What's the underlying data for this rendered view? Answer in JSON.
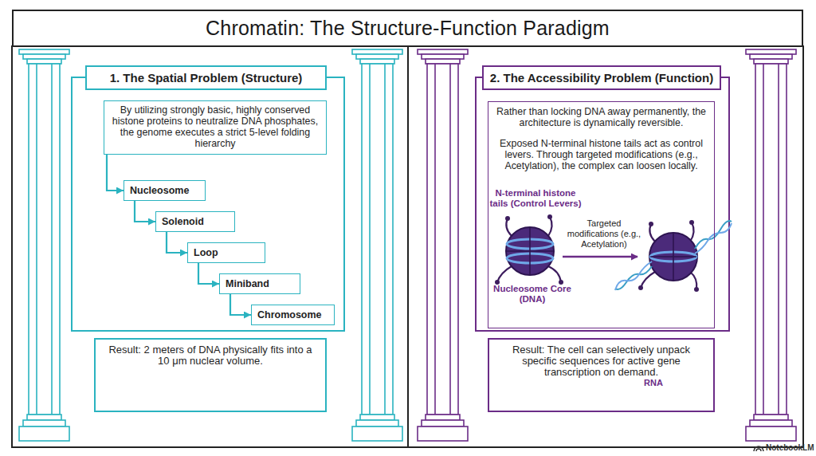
{
  "diagram": {
    "title": "Chromatin: The Structure-Function Paradigm",
    "nodes": [
      {
        "text": [
          "1. The Spatial Problem (Structure)"
        ]
      },
      {
        "text": [
          "By utilizing strongly basic, highly conserved histone proteins to neutralize DNA phosphates, the genome executes a strict 5-level folding hierarchy"
        ]
      },
      {
        "text": [
          "Nucleosome"
        ]
      },
      {
        "text": [
          "Solenoid"
        ]
      },
      {
        "text": [
          "Loop"
        ]
      },
      {
        "text": [
          "Miniband"
        ]
      },
      {
        "text": [
          "Chromosome"
        ]
      },
      {
        "text": [
          "Result: 2 meters of DNA physically fits into a 10 μm nuclear volume."
        ]
      },
      {
        "text": [
          "2. The Accessibility Problem (Function)"
        ]
      },
      {
        "text": [
          "Rather than locking DNA away permanently, the architecture is dynamically reversible.",
          "Exposed N-terminal histone tails act as control levers. Through targeted modifications (e.g., Acetylation), the complex can loosen locally."
        ]
      },
      {
        "text": [
          "Result: The cell can selectively unpack specific sequences for active gene transcription on demand."
        ]
      }
    ],
    "edges": [
      {
        "from": 1,
        "to": 2,
        "arrow": "to"
      },
      {
        "from": 2,
        "to": 3,
        "arrow": "to"
      },
      {
        "from": 3,
        "to": 4,
        "arrow": "to"
      },
      {
        "from": 4,
        "to": 5,
        "arrow": "to"
      },
      {
        "from": 5,
        "to": 6,
        "arrow": "to"
      }
    ],
    "labels": [
      "N-terminal histone tails (Control Levers)",
      "Targeted modifications (e.g., Acetylation)",
      "Nucleosome Core (DNA)",
      "RNA",
      "NotebookLM"
    ]
  }
}
